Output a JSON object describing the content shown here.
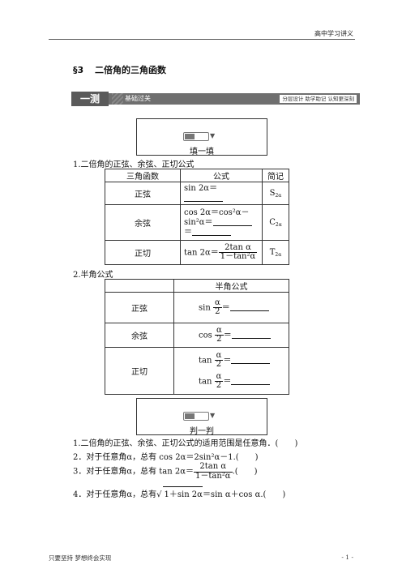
{
  "header": {
    "text": "高中学习讲义"
  },
  "section": {
    "number": "§3",
    "title": "二倍角的三角函数"
  },
  "banner": {
    "tag": "一测",
    "subtitle": "基础过关",
    "right_text": "分层设计 助学助记 认知更深刻"
  },
  "fill_box": {
    "label": "填一填"
  },
  "judge_box": {
    "label": "判一判"
  },
  "part1": {
    "heading": "1.二倍角的正弦、余弦、正切公式",
    "headers": [
      "三角函数",
      "公式",
      "简记"
    ],
    "rows": [
      {
        "name": "正弦",
        "formula": "sin 2α＝",
        "abbr_main": "S",
        "abbr_sub": "2α"
      },
      {
        "name": "余弦",
        "formula_l1": "cos 2α＝cos²α－",
        "formula_l2": "sin²α＝",
        "formula_l3": "＝",
        "abbr_main": "C",
        "abbr_sub": "2α"
      },
      {
        "name": "正切",
        "formula_prefix": "tan 2α＝",
        "num": "2tan α",
        "den": "1－tan²α",
        "abbr_main": "T",
        "abbr_sub": "2α"
      }
    ]
  },
  "part2": {
    "heading": "2.半角公式",
    "header": "半角公式",
    "rows": [
      {
        "name": "正弦",
        "fn": "sin",
        "num": "α",
        "den": "2",
        "eq": "＝"
      },
      {
        "name": "余弦",
        "fn": "cos",
        "num": "α",
        "den": "2",
        "eq": "＝"
      },
      {
        "name": "正切",
        "fn": "tan",
        "num": "α",
        "den": "2",
        "eq": "＝",
        "fn2": "tan",
        "num2": "α",
        "den2": "2"
      }
    ]
  },
  "judge": {
    "items": [
      "1.二倍角的正弦、余弦、正切公式的适用范围是任意角．(　　)",
      "2．对于任意角α，总有 cos 2α＝2sin²α－1.(　　)",
      {
        "prefix": "3．对于任意角α，总有 tan 2α＝",
        "num": "2tan α",
        "den": "1－tan²α",
        "suffix": ".(　　)"
      },
      {
        "prefix": "4．对于任意角α，总有",
        "radicand": "1＋sin 2α",
        "suffix": "＝sin α＋cos α.(　　)"
      }
    ]
  },
  "footer": {
    "left": "只要坚持 梦想终会实现",
    "right": "- 1 -"
  }
}
